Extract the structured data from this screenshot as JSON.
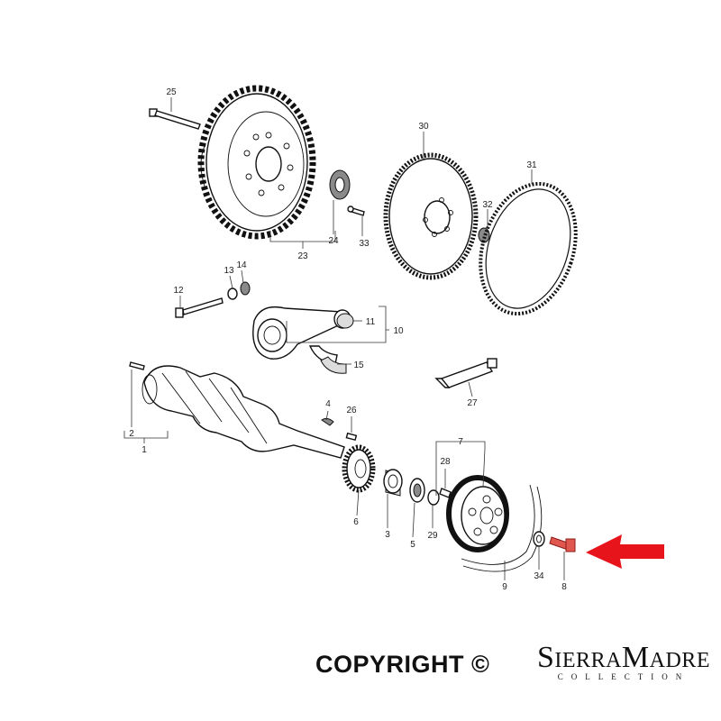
{
  "diagram": {
    "part_numbers": [
      "25",
      "23",
      "24",
      "33",
      "30",
      "32",
      "31",
      "12",
      "13",
      "14",
      "11",
      "10",
      "15",
      "27",
      "2",
      "1",
      "4",
      "26",
      "7",
      "28",
      "6",
      "3",
      "5",
      "29",
      "34",
      "8",
      "9"
    ]
  },
  "footer": {
    "copyright": "COPYRIGHT ©",
    "brand_name": "SierraMadre",
    "brand_sub": "COLLECTION"
  },
  "callout": {
    "arrow_color": "#e8141b",
    "target_part": "8"
  },
  "colors": {
    "highlight_bolt": "#e0574f",
    "line": "#111111"
  }
}
